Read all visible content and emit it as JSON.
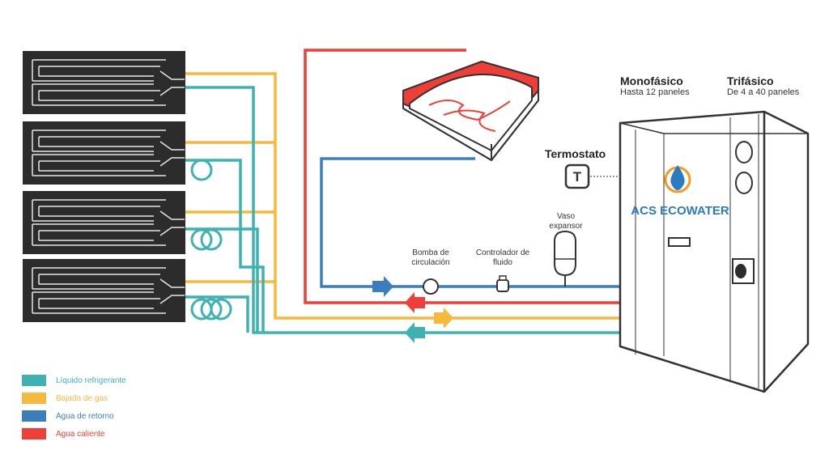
{
  "labels": {
    "monofasico_title": "Monofásico",
    "monofasico_sub": "Hasta 12 paneles",
    "trifasico_title": "Trifásico",
    "trifasico_sub": "De 4 a 40 paneles",
    "termostato": "Termostato",
    "thermostat_symbol": "T",
    "vaso_expansor": "Vaso expansor",
    "bomba": "Bomba de circulación",
    "controlador": "Controlador de fluido",
    "brand_name": "ACS ECOWATER"
  },
  "legend": [
    {
      "label": "Líquido refrigerante",
      "color": "#3eb2b2"
    },
    {
      "label": "Bajada de gas",
      "color": "#f5b93d"
    },
    {
      "label": "Agua de retorno",
      "color": "#3a7ebd"
    },
    {
      "label": "Agua caliente",
      "color": "#ee3e37"
    }
  ],
  "colors": {
    "refrigerant": "#3eb2b2",
    "gas": "#f5b93d",
    "return_water": "#3a7ebd",
    "hot_water": "#ee3e37",
    "panel": "#2c2c2c",
    "outline": "#333333",
    "brand_blue": "#2a7bc0",
    "brand_orange": "#f59a1c"
  }
}
